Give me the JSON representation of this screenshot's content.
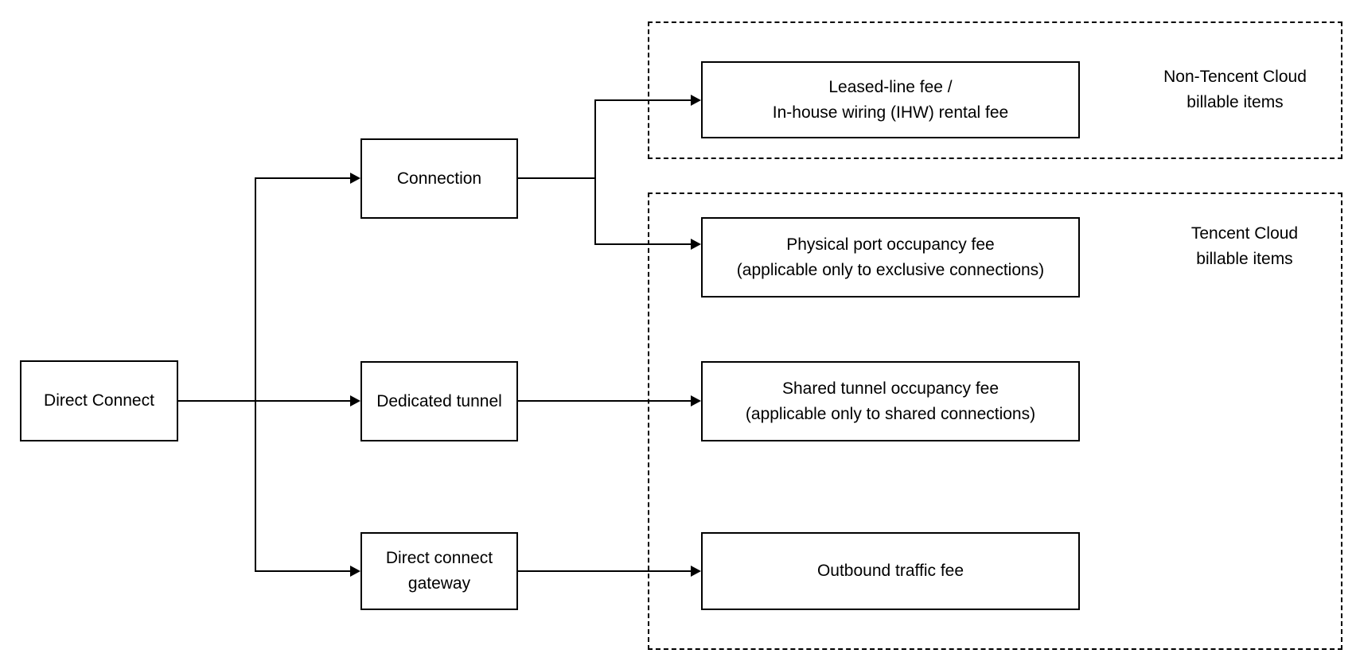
{
  "diagram": {
    "nodes": {
      "direct_connect": {
        "label": "Direct Connect"
      },
      "connection": {
        "label": "Connection"
      },
      "dedicated_tunnel": {
        "label": "Dedicated tunnel"
      },
      "direct_connect_gateway": {
        "line1": "Direct connect",
        "line2": "gateway"
      },
      "leased_line": {
        "line1": "Leased-line fee /",
        "line2": "In-house wiring (IHW) rental fee"
      },
      "physical_port": {
        "line1": "Physical port occupancy fee",
        "line2": "(applicable only to exclusive connections)"
      },
      "shared_tunnel": {
        "line1": "Shared tunnel occupancy fee",
        "line2": "(applicable only to shared connections)"
      },
      "outbound_traffic": {
        "label": "Outbound traffic fee"
      }
    },
    "groups": {
      "non_tencent": {
        "line1": "Non-Tencent Cloud",
        "line2": "billable items"
      },
      "tencent": {
        "line1": "Tencent Cloud",
        "line2": "billable items"
      }
    },
    "colors": {
      "line": "#000000",
      "background": "#ffffff",
      "box_fill": "#ffffff"
    }
  }
}
